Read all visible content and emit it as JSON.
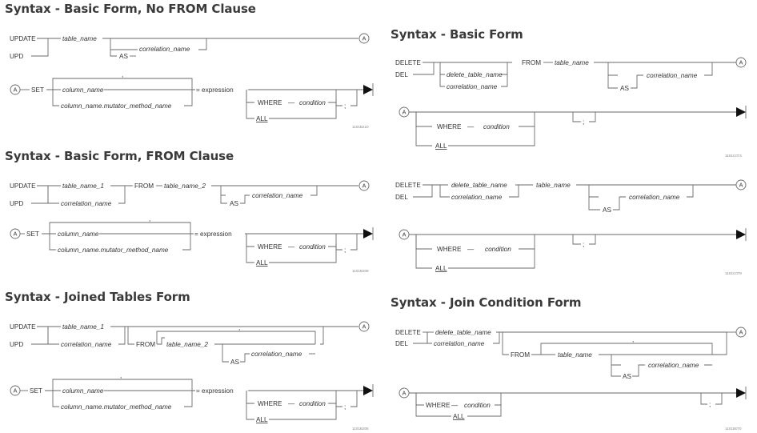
{
  "titles": {
    "update_no_from": "Syntax - Basic Form, No FROM Clause",
    "delete_basic": "Syntax - Basic Form",
    "update_from": "Syntax - Basic Form, FROM Clause",
    "update_joined": "Syntax - Joined Tables Form",
    "delete_join": "Syntax - Join Condition Form"
  },
  "keywords": {
    "update": "UPDATE",
    "upd": "UPD",
    "delete": "DELETE",
    "del": "DEL",
    "as": "AS",
    "set": "SET",
    "from": "FROM",
    "where": "WHERE",
    "all": "ALL",
    "semicolon": ";",
    "comma": ",",
    "equals_expression": "= expression",
    "dash": "—",
    "connector": "A"
  },
  "terms": {
    "table_name": "table_name",
    "table_name_1": "table_name_1",
    "table_name_2": "table_name_2",
    "correlation_name": "correlation_name",
    "column_name": "column_name",
    "column_mutator": "column_name.mutator_method_name",
    "condition": "condition",
    "delete_table_name": "delete_table_name"
  },
  "figure_ids": {
    "update_no_from": "1101B210",
    "update_from": "1101B209",
    "update_joined": "1101B206",
    "delete_basic": "1101C074",
    "delete_plain": "1101C079",
    "delete_join": "1101B070"
  }
}
